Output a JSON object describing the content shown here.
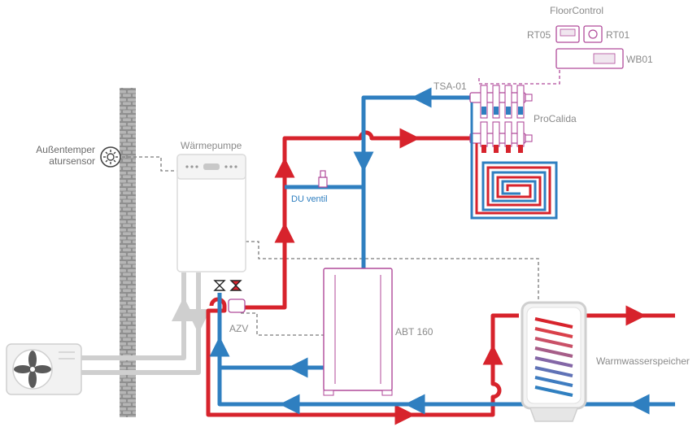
{
  "labels": {
    "floor_control": "FloorControl",
    "rt05": "RT05",
    "rt01": "RT01",
    "wb01": "WB01",
    "tsa01": "TSA-01",
    "procalida": "ProCalida",
    "outdoor_sensor_line1": "Außentemper",
    "outdoor_sensor_line2": "atursensor",
    "heat_pump": "Wärmepumpe",
    "du_valve": "DU ventil",
    "azv": "AZV",
    "buffer_tank": "ABT 160",
    "dhw_tank": "Warmwasserspeicher"
  },
  "colors": {
    "supply": "#d7232c",
    "return": "#2f7fc0",
    "refrigerant": "#cfcfcf",
    "control_line": "#b04a9a",
    "sensor_line": "#7a7a7a",
    "equipment_outline": "#b04a9a",
    "brick_wall": "#9a9a9a"
  },
  "icons": {
    "outdoor_sensor": "sun-sensor-icon",
    "outdoor_unit_fan": "fan-icon",
    "floor_loop": "floor-heating-coil-icon"
  }
}
